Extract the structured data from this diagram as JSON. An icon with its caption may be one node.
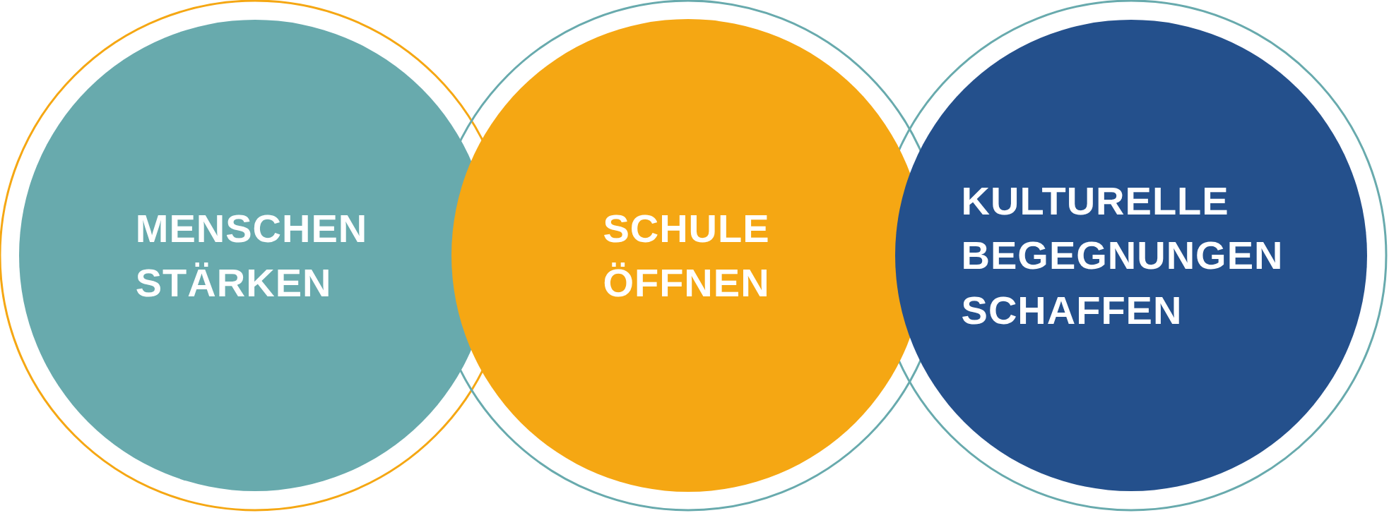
{
  "diagram": {
    "nodes": [
      {
        "text": [
          "MENSCHEN STÄRKEN"
        ]
      },
      {
        "text": [
          "SCHULE ÖFFNEN"
        ]
      },
      {
        "text": [
          "KULTURELLE BEGEGNUNGEN SCHAFFEN"
        ]
      }
    ]
  }
}
